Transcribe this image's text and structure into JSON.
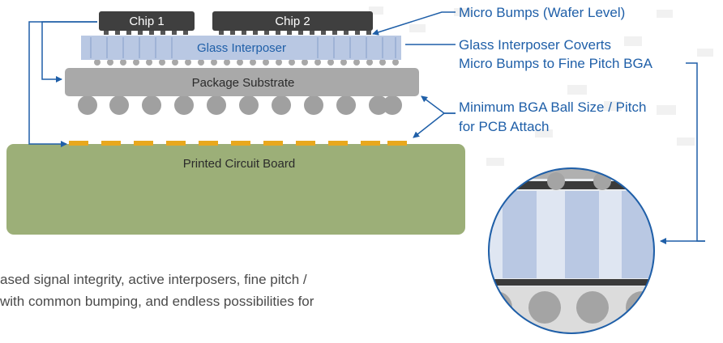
{
  "diagram": {
    "chip_1": "Chip 1",
    "chip_2": "Chip 2",
    "glass_interposer": "Glass Interposer",
    "package_substrate": "Package Substrate",
    "pcb": "Printed Circuit Board"
  },
  "callouts": {
    "micro_bumps": "Micro Bumps (Wafer Level)",
    "interposer_line1": "Glass Interposer Coverts",
    "interposer_line2": "Micro Bumps to Fine Pitch BGA",
    "bga_line1": "Minimum BGA Ball Size / Pitch",
    "bga_line2": "for PCB Attach"
  },
  "body_text": {
    "line1": "ased signal integrity, active interposers, fine pitch /",
    "line2": "with common bumping, and endless possibilities for"
  },
  "colors": {
    "accent_blue": "#1f5fa8",
    "chip": "#3f3f3f",
    "interposer": "#b9c8e3",
    "substrate": "#a9a9a9",
    "ball": "#a0a0a0",
    "pcb": "#9caf78",
    "pad": "#e8a81e"
  }
}
